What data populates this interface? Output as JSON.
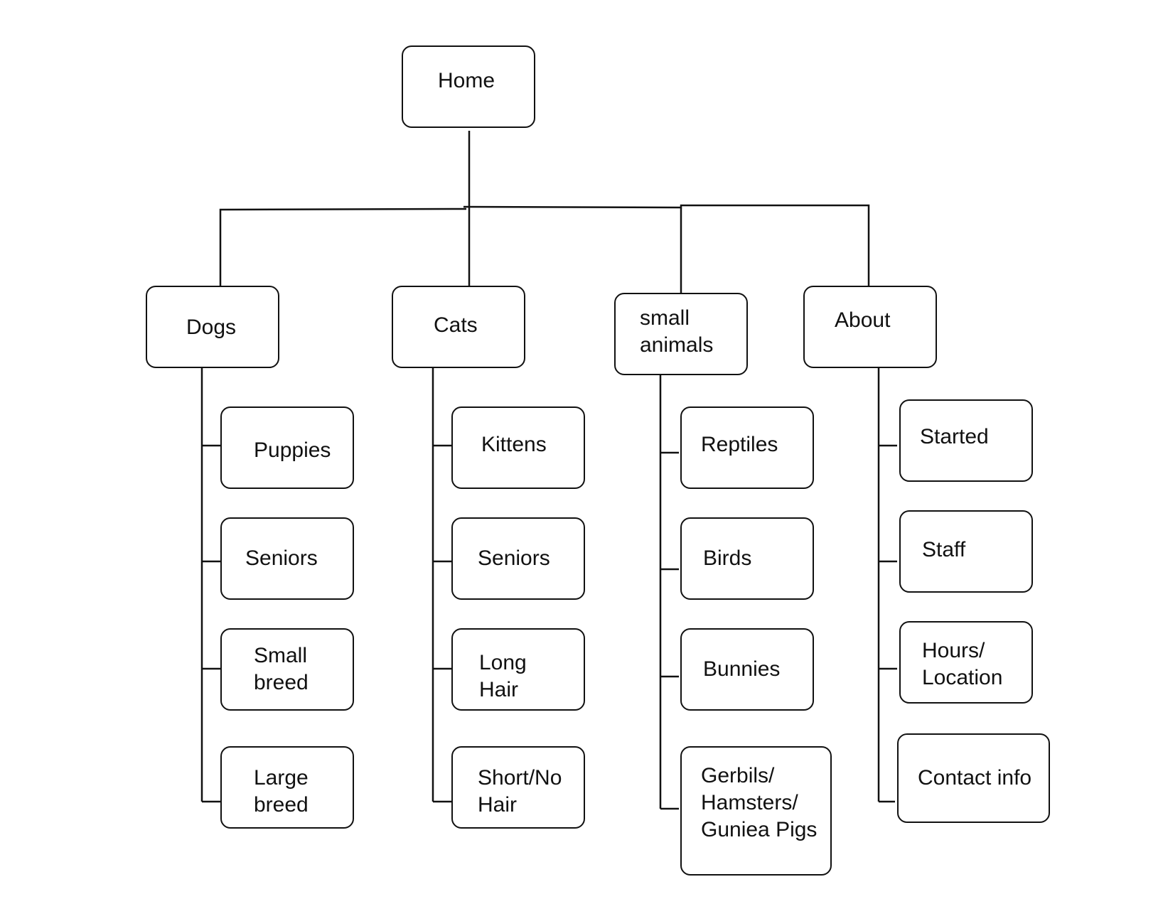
{
  "diagram": {
    "root": "Home",
    "columns": {
      "dogs": {
        "label": "Dogs",
        "children": [
          "Puppies",
          "Seniors",
          "Small\nbreed",
          "Large\nbreed"
        ]
      },
      "cats": {
        "label": "Cats",
        "children": [
          "Kittens",
          "Seniors",
          "Long\nHair",
          "Short/No\nHair"
        ]
      },
      "small": {
        "label": "small\nanimals",
        "children": [
          "Reptiles",
          "Birds",
          "Bunnies",
          "Gerbils/\nHamsters/\nGuniea Pigs"
        ]
      },
      "about": {
        "label": "About",
        "children": [
          "Started",
          "Staff",
          "Hours/\nLocation",
          "Contact info"
        ]
      }
    }
  }
}
